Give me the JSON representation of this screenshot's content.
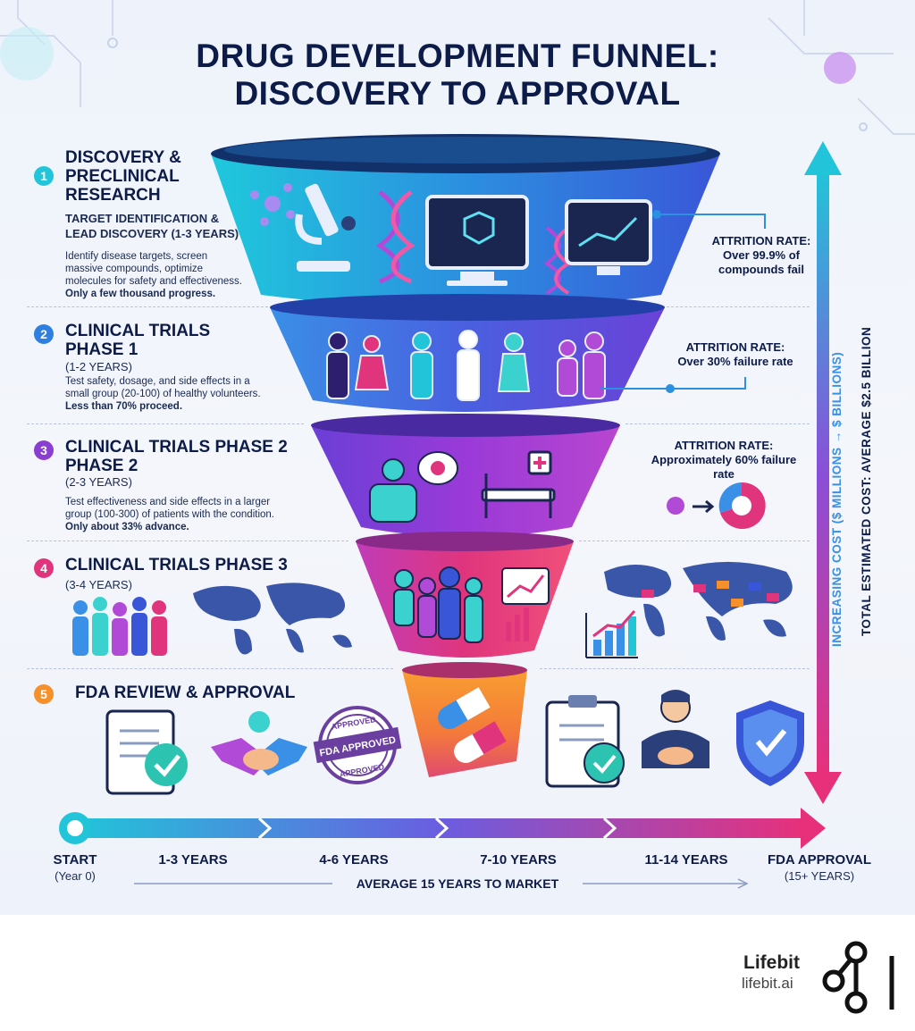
{
  "title": {
    "line1": "DRUG DEVELOPMENT FUNNEL:",
    "line2": "DISCOVERY TO APPROVAL"
  },
  "stages": [
    {
      "number": "1",
      "color": "#22c4d9",
      "title_lines": [
        "DISCOVERY &",
        "PRECLINICAL",
        "RESEARCH"
      ],
      "subtitle_lines": [
        "TARGET IDENTIFICATION &",
        "LEAD DISCOVERY (1-3 YEARS)"
      ],
      "description_lines": [
        "Identify disease targets, screen",
        "massive compounds, optimize",
        "molecules for safety and effectiveness."
      ],
      "highlight": "Only a few thousand progress.",
      "attrition_lines": [
        "ATTRITION RATE:",
        "Over 99.9% of",
        "compounds fail"
      ]
    },
    {
      "number": "2",
      "color": "#2f7fe0",
      "title_lines": [
        "CLINICAL TRIALS",
        "PHASE 1"
      ],
      "subtitle_lines": [
        "(1-2 YEARS)"
      ],
      "description_lines": [
        "Test safety, dosage, and side effects in a",
        "small group (20-100) of healthy volunteers."
      ],
      "highlight": "Less than 70% proceed.",
      "attrition_lines": [
        "ATTRITION RATE:",
        "Over 30% failure rate"
      ]
    },
    {
      "number": "3",
      "color": "#8a3fd1",
      "title_lines": [
        "CLINICAL TRIALS PHASE 2",
        "PHASE 2"
      ],
      "subtitle_lines": [
        "(2-3 YEARS)"
      ],
      "description_lines": [
        "Test effectiveness and side effects in a larger",
        "group (100-300) of patients with the condition."
      ],
      "highlight": "Only about 33% advance.",
      "attrition_lines": [
        "ATTRITION RATE:",
        "Approximately 60% failure",
        "rate"
      ]
    },
    {
      "number": "4",
      "color": "#e0357d",
      "title_lines": [
        "CLINICAL TRIALS PHASE 3"
      ],
      "subtitle_lines": [
        "(3-4 YEARS)"
      ]
    },
    {
      "number": "5",
      "color": "#f5902a",
      "title_lines": [
        "FDA REVIEW & APPROVAL"
      ],
      "stamp_lines": [
        "APPROVED",
        "FDA APPROVED",
        "APPROVED"
      ]
    }
  ],
  "cost_axis": {
    "increasing_label": "INCREASING COST ($ MILLIONS → $ BILLIONS)",
    "total_label": "TOTAL ESTIMATED COST: AVERAGE $2.5 BILLION"
  },
  "timeline": {
    "points": [
      {
        "label": "START",
        "sub": "(Year 0)"
      },
      {
        "label": "1-3 YEARS"
      },
      {
        "label": "4-6 YEARS"
      },
      {
        "label": "7-10 YEARS"
      },
      {
        "label": "11-14 YEARS"
      },
      {
        "label": "FDA APPROVAL",
        "sub": "(15+ YEARS)"
      }
    ],
    "average_label": "AVERAGE 15 YEARS TO MARKET"
  },
  "brand": {
    "name": "Lifebit",
    "url": "lifebit.ai"
  }
}
